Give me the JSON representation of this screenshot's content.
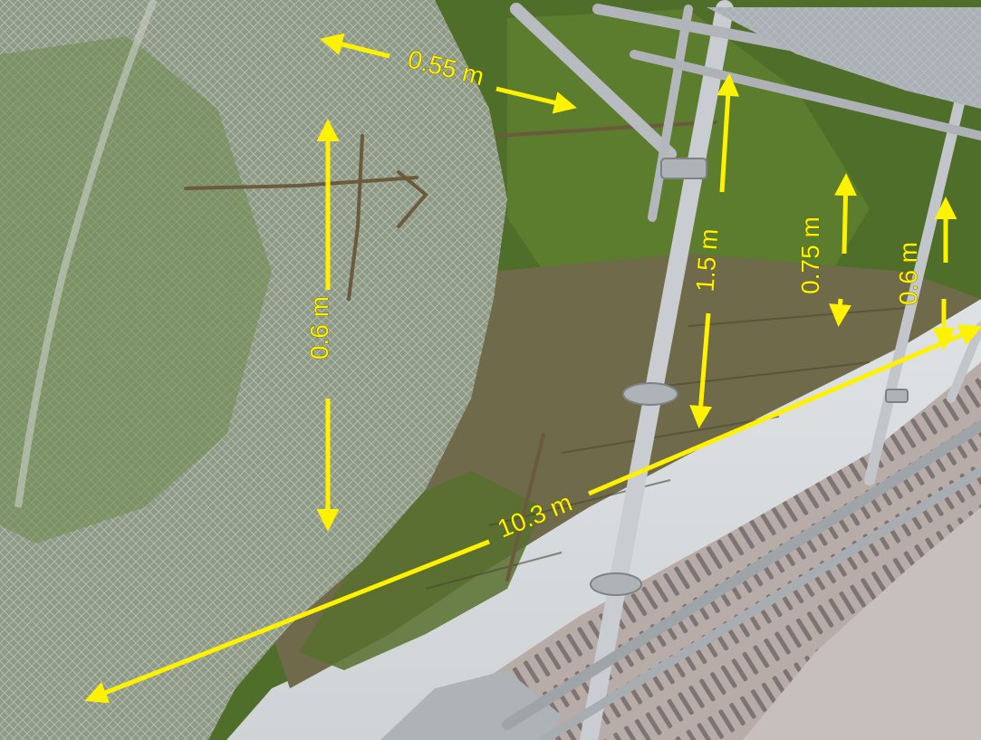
{
  "colors": {
    "annotation": "#FFF200",
    "annotation_outline": "#5a5a00",
    "netting": "#9aa39a",
    "vegetation": "#4f6e2a",
    "stone_wall": "#6f6a4a",
    "scaffold_metal": "#c9ccd0",
    "walk_boards": "#b9b2ae"
  },
  "annotations": {
    "top_width": "0.55 m",
    "net_height": "0.6 m",
    "pole_height": "1.5 m",
    "mid_height": "0.75 m",
    "right_height": "0.6 m",
    "length": "10.3 m"
  }
}
